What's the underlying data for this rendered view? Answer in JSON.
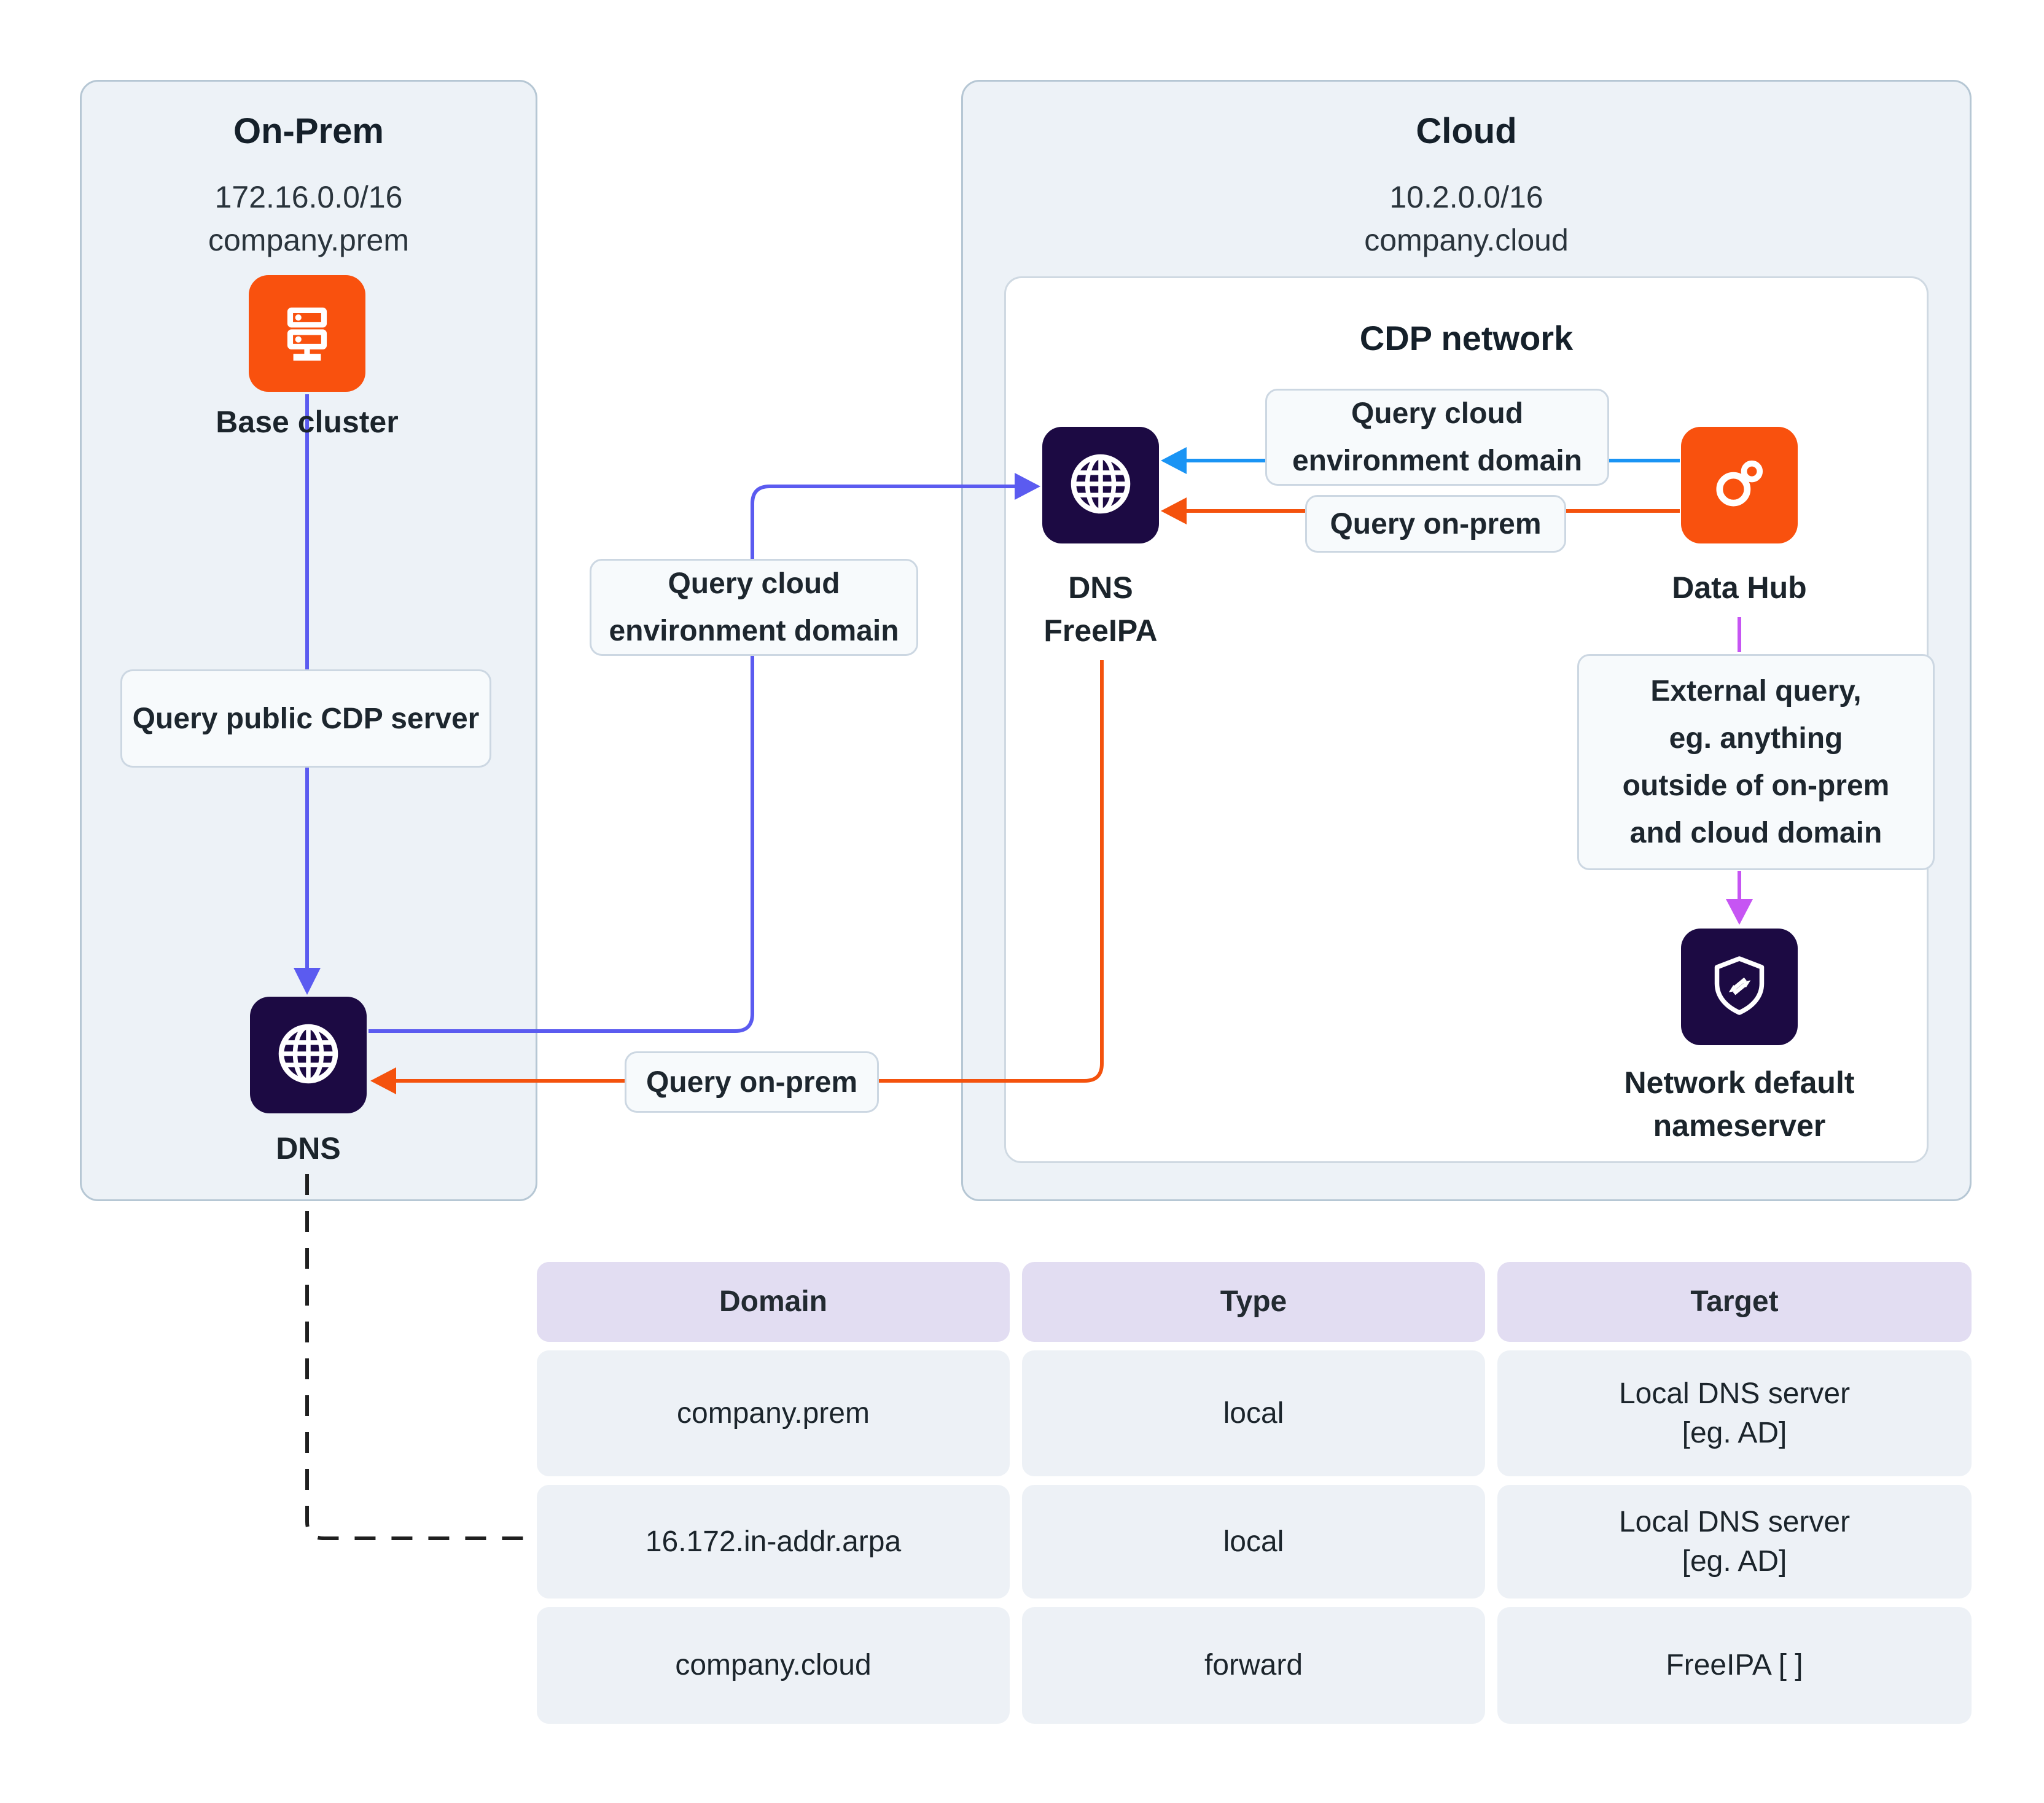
{
  "colors": {
    "orange": "#F9510E",
    "navy": "#1C0A43",
    "indigo_arrow": "#5B5BF0",
    "blue_arrow": "#1A94F4",
    "orange_arrow": "#F4520D",
    "magenta_arrow": "#C655F3",
    "dashed_line": "#1F1F1F",
    "zone_bg": "#EDF2F7",
    "zone_border": "#B6C7D4",
    "cdp_bg": "#FFFFFF",
    "callout_bg": "#F7FAFC",
    "table_header_bg": "#E2DDF2",
    "table_row_bg": "#EDF1F6"
  },
  "onprem": {
    "title": "On-Prem",
    "cidr": "172.16.0.0/16",
    "domain": "company.prem",
    "base_cluster": {
      "label": "Base cluster",
      "icon": "server-rack-icon"
    },
    "dns": {
      "label": "DNS",
      "icon": "globe-icon"
    },
    "query_public_label": "Query public CDP server"
  },
  "cloud": {
    "title": "Cloud",
    "cidr": "10.2.0.0/16",
    "domain": "company.cloud",
    "cdp_network": {
      "title": "CDP network",
      "dns_freeipa": {
        "label": "DNS\nFreeIPA",
        "icon": "globe-icon"
      },
      "data_hub": {
        "label": "Data Hub",
        "icon": "cloudera-environment-icon"
      },
      "nameserver": {
        "label": "Network default\nnameserver",
        "icon": "shield-exchange-icon"
      },
      "query_cloud_label": "Query cloud\nenvironment domain",
      "query_onprem_label": "Query on-prem",
      "external_query_label": "External query,\neg. anything\noutside of on-prem\nand cloud domain"
    }
  },
  "connectors": {
    "query_cloud_label": "Query cloud\nenvironment domain",
    "query_onprem_label": "Query on-prem"
  },
  "table": {
    "headers": [
      "Domain",
      "Type",
      "Target"
    ],
    "rows": [
      {
        "domain": "company.prem",
        "type": "local",
        "target": "Local DNS server\n[eg. AD]"
      },
      {
        "domain": "16.172.in-addr.arpa",
        "type": "local",
        "target": "Local DNS server\n[eg. AD]"
      },
      {
        "domain": "company.cloud",
        "type": "forward",
        "target": "FreeIPA [ ]"
      }
    ]
  }
}
